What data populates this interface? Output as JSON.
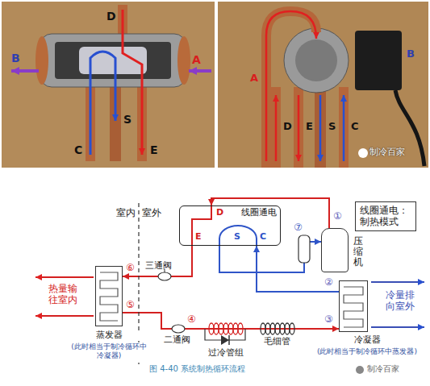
{
  "diagram": {
    "caption": "图 4-40 系统制热循环流程",
    "nodes": [
      {
        "text": [
          "线圈通电：制热模式"
        ]
      },
      {
        "text": [
          "压缩机"
        ]
      },
      {
        "text": [
          "线圈通电"
        ]
      },
      {
        "text": [
          "蒸发器",
          "(此时相当于制冷循环中冷凝器)"
        ]
      },
      {
        "text": [
          "冷凝器",
          "(此时相当于制冷循环中蒸发器)"
        ]
      }
    ],
    "edges": [
      {
        "from": 1,
        "to": 2,
        "arrow": "to"
      },
      {
        "from": 2,
        "to": 3,
        "arrow": "to"
      },
      {
        "from": 3,
        "to": 4,
        "arrow": "to"
      },
      {
        "from": 4,
        "to": 2,
        "arrow": "to"
      },
      {
        "from": 2,
        "to": 1,
        "arrow": "to"
      }
    ],
    "labels": [
      "D",
      "A",
      "B",
      "C",
      "S",
      "E",
      "A",
      "B",
      "D",
      "E",
      "S",
      "C",
      "制冷百家",
      "室内",
      "室外",
      "①",
      "⑦",
      "D",
      "E",
      "S",
      "C",
      "三通阀",
      "⑥",
      "⑤",
      "热量输往室内",
      "二通阀",
      "④",
      "过冷管组",
      "毛细管",
      "③",
      "②",
      "冷量排向室外",
      "制冷百家"
    ]
  }
}
